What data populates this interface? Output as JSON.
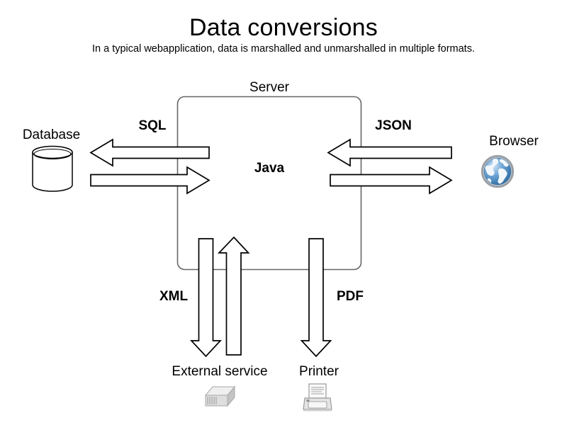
{
  "page": {
    "title": "Data conversions",
    "subtitle": "In a typical webapplication, data is marshalled and unmarshalled in multiple formats."
  },
  "diagram": {
    "type": "flow-diagram",
    "background": "#ffffff",
    "stroke": "#000000",
    "box_stroke": "#666666",
    "nodes": [
      {
        "id": "server",
        "label": "Server",
        "icon": null,
        "shape": "rounded-rect"
      },
      {
        "id": "java",
        "label": "Java",
        "icon": null,
        "shape": "text"
      },
      {
        "id": "database",
        "label": "Database",
        "icon": "database-cylinder-icon"
      },
      {
        "id": "browser",
        "label": "Browser",
        "icon": "globe-icon"
      },
      {
        "id": "external",
        "label": "External service",
        "icon": "server-box-icon"
      },
      {
        "id": "printer",
        "label": "Printer",
        "icon": "printer-icon"
      }
    ],
    "flows": [
      {
        "id": "sql",
        "label": "SQL",
        "from": "server",
        "to": "database",
        "direction": "bidirectional",
        "orientation": "horizontal"
      },
      {
        "id": "json",
        "label": "JSON",
        "from": "server",
        "to": "browser",
        "direction": "bidirectional",
        "orientation": "horizontal"
      },
      {
        "id": "xml",
        "label": "XML",
        "from": "server",
        "to": "external",
        "direction": "bidirectional",
        "orientation": "vertical"
      },
      {
        "id": "pdf",
        "label": "PDF",
        "from": "server",
        "to": "printer",
        "direction": "outgoing",
        "orientation": "vertical"
      }
    ],
    "colors": {
      "globe_blue_dark": "#2e6da4",
      "globe_blue_light": "#a9cce8",
      "globe_ring": "#9aa0a6",
      "icon_grey_light": "#e6e6e6",
      "icon_grey_mid": "#c9c9c9",
      "icon_grey_dark": "#9a9a9a"
    }
  }
}
